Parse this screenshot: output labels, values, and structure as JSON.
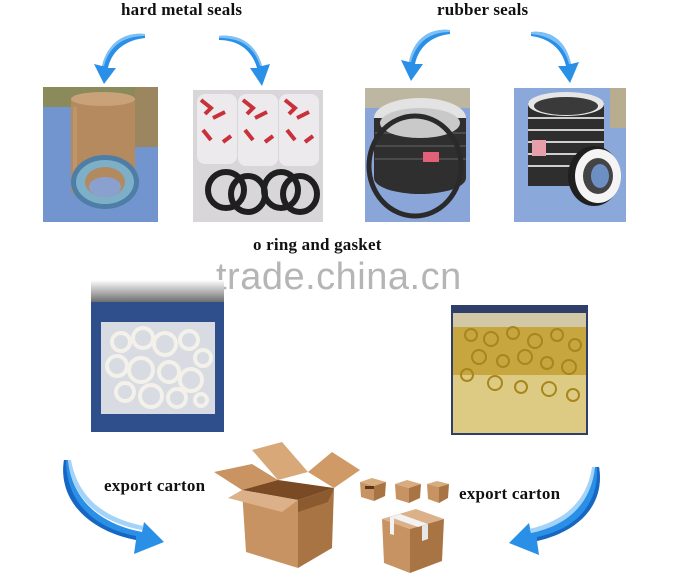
{
  "labels": {
    "hard_metal": "hard metal seals",
    "rubber": "rubber seals",
    "oring": "o ring and gasket",
    "export_left": "export carton",
    "export_right": "export carton"
  },
  "watermark": "trade.china.cn",
  "colors": {
    "arrow_blue": "#2a8fe6",
    "arrow_dark": "#1766c2",
    "carton": "#c89363",
    "carton_dark": "#9e6a3e",
    "photo_bg_blue": "#5a86c9",
    "label_text": "#111111"
  },
  "photos": [
    {
      "name": "hard-metal-seal-photo-1",
      "desc": "kraft paper tube with blue metal-cased oil seal"
    },
    {
      "name": "hard-metal-seal-photo-2",
      "desc": "wrapped seals with four black metal-cased seals"
    },
    {
      "name": "rubber-seal-photo-1",
      "desc": "stack of wrapped black rubber seals with large ring"
    },
    {
      "name": "rubber-seal-photo-2",
      "desc": "stack of rubber seals with white-faced seal"
    },
    {
      "name": "oring-photo-white",
      "desc": "bag of white gaskets on blue background"
    },
    {
      "name": "oring-photo-yellow",
      "desc": "bag of yellow o-rings"
    }
  ]
}
